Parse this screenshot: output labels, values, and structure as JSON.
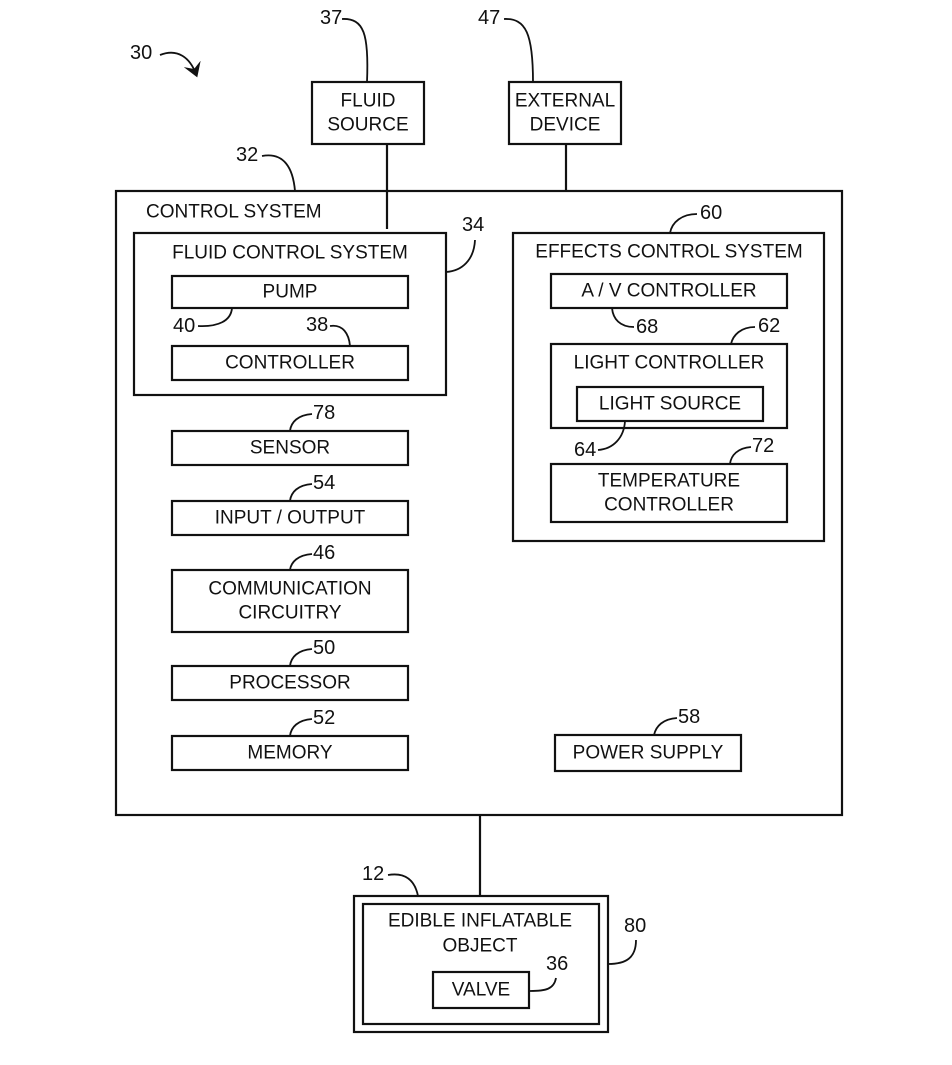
{
  "figure": {
    "ref": "30",
    "external": {
      "fluid_source": {
        "ref": "37",
        "lines": [
          "FLUID",
          "SOURCE"
        ]
      },
      "external_device": {
        "ref": "47",
        "lines": [
          "EXTERNAL",
          "DEVICE"
        ]
      }
    },
    "control_system": {
      "ref": "32",
      "title": "CONTROL SYSTEM",
      "fluid_control_system": {
        "ref": "34",
        "title": "FLUID  CONTROL  SYSTEM",
        "pump": {
          "ref": "40",
          "lines": [
            "PUMP"
          ]
        },
        "controller": {
          "ref": "38",
          "lines": [
            "CONTROLLER"
          ]
        }
      },
      "sensor": {
        "ref": "78",
        "lines": [
          "SENSOR"
        ]
      },
      "input_output": {
        "ref": "54",
        "lines": [
          "INPUT / OUTPUT"
        ]
      },
      "communication_circuitry": {
        "ref": "46",
        "lines": [
          "COMMUNICATION",
          "CIRCUITRY"
        ]
      },
      "processor": {
        "ref": "50",
        "lines": [
          "PROCESSOR"
        ]
      },
      "memory": {
        "ref": "52",
        "lines": [
          "MEMORY"
        ]
      },
      "effects_control_system": {
        "ref": "60",
        "title": "EFFECTS  CONTROL  SYSTEM",
        "av_controller": {
          "ref": "68",
          "lines": [
            "A / V  CONTROLLER"
          ]
        },
        "light_controller": {
          "ref": "62",
          "title": "LIGHT  CONTROLLER",
          "light_source": {
            "ref": "64",
            "lines": [
              "LIGHT  SOURCE"
            ]
          }
        },
        "temperature_controller": {
          "ref": "72",
          "lines": [
            "TEMPERATURE",
            "CONTROLLER"
          ]
        }
      },
      "power_supply": {
        "ref": "58",
        "lines": [
          "POWER  SUPPLY"
        ]
      }
    },
    "edible_inflatable_object": {
      "ref": "12",
      "outer_ref": "80",
      "lines": [
        "EDIBLE  INFLATABLE",
        "OBJECT"
      ],
      "valve": {
        "ref": "36",
        "lines": [
          "VALVE"
        ]
      }
    }
  }
}
